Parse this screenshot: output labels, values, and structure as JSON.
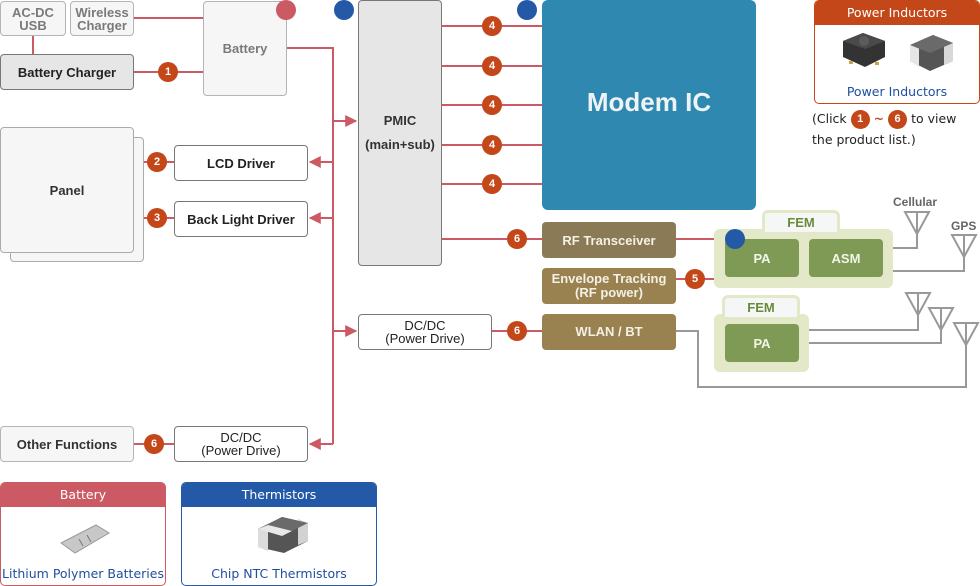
{
  "diagram": {
    "blocks": {
      "acdc_usb": [
        "AC-DC",
        "USB"
      ],
      "wireless_charger": [
        "Wireless",
        "Charger"
      ],
      "battery_charger": "Battery Charger",
      "battery": "Battery",
      "panel": "Panel",
      "lcd_driver": "LCD Driver",
      "back_light_driver": "Back Light Driver",
      "pmic": [
        "PMIC",
        "(main+sub)"
      ],
      "modem_ic": "Modem IC",
      "rf_transceiver": "RF Transceiver",
      "envelope_tracking": [
        "Envelope Tracking",
        "(RF power)"
      ],
      "wlan_bt": "WLAN / BT",
      "dcdc_mid": [
        "DC/DC",
        "(Power Drive)"
      ],
      "dcdc_bottom": [
        "DC/DC",
        "(Power Drive)"
      ],
      "other_functions": "Other Functions",
      "fem_cellular": {
        "label": "FEM",
        "pa": "PA",
        "asm": "ASM"
      },
      "fem_wlan": {
        "label": "FEM",
        "pa": "PA"
      }
    },
    "antennas": {
      "cellular": "Cellular",
      "gps": "GPS"
    },
    "badges": {
      "battery_charger": "1",
      "lcd_driver": "2",
      "back_light_driver": "3",
      "modem_rails": [
        "4",
        "4",
        "4",
        "4",
        "4"
      ],
      "envelope_tracking": "5",
      "rf_transceiver": "6",
      "wlan_bt": "6",
      "other_functions": "6"
    },
    "colors": {
      "wire": "#cc5a64",
      "rf_wire": "#999999",
      "badge": "#c4471a",
      "battery_marker": "#cc5a64",
      "thermistor_marker": "#2459a8",
      "modem": "#2e88b0",
      "rf_block": "#8b7a56",
      "fem": "#7f9a55"
    }
  },
  "legend": {
    "power_inductors": {
      "header": "Power Inductors",
      "link": "Power Inductors",
      "header_color": "#c4471a"
    },
    "battery": {
      "header": "Battery",
      "link": "Lithium Polymer Batteries",
      "header_color": "#cc5a64"
    },
    "thermistors": {
      "header": "Thermistors",
      "link": "Chip NTC Thermistors",
      "header_color": "#2459a8"
    },
    "note": {
      "prefix": "(Click",
      "from": "1",
      "sep": "~",
      "to": "6",
      "suffix": "to view the product list.)"
    }
  }
}
